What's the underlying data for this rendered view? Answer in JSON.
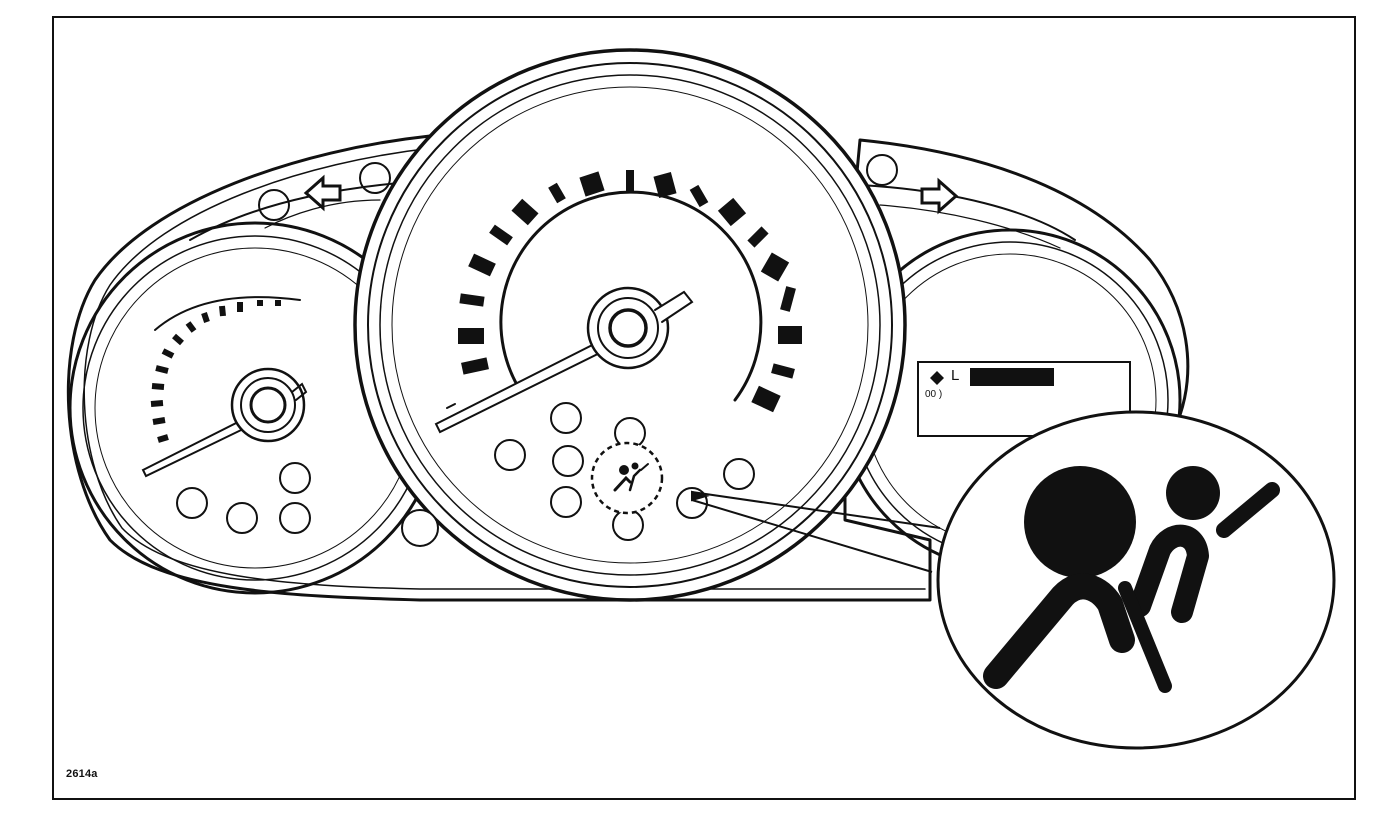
{
  "figure": {
    "id_label": "2614a"
  },
  "display": {
    "odometer_label": "L",
    "odometer_sub": "00 )"
  },
  "callout": {
    "subject": "airbag-warning-light"
  },
  "icons": {
    "left_turn": "arrow-left-icon",
    "right_turn": "arrow-right-icon",
    "airbag": "airbag-warning-icon"
  }
}
